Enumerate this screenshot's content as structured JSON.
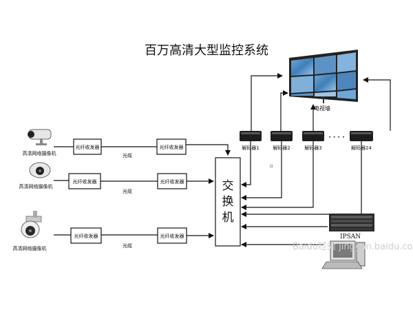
{
  "title": "百万高清大型监控系统",
  "tv_wall": {
    "label": "电视墙"
  },
  "decoders": [
    {
      "label": "解码器1"
    },
    {
      "label": "解码器2"
    },
    {
      "label": "解码器3"
    },
    {
      "label": "解码器24"
    }
  ],
  "decoder_ellipsis": "· · · ·",
  "cameras": [
    {
      "label": "高清网络摄像机",
      "transceiver_left": "光纤收发器",
      "cable": "光缆",
      "transceiver_right": "光纤收发器"
    },
    {
      "label": "高清网络摄像机",
      "transceiver_left": "光纤收发器",
      "cable": "光缆",
      "transceiver_right": "光纤收发器"
    },
    {
      "label": "高清网络摄像机",
      "transceiver_left": "光纤收发器",
      "cable": "光缆",
      "transceiver_right": "光纤收发器"
    }
  ],
  "switch_label": "交换机",
  "storage_label": "IPSAN",
  "watermark": "Baidu经验 jingyan.baidu.com"
}
